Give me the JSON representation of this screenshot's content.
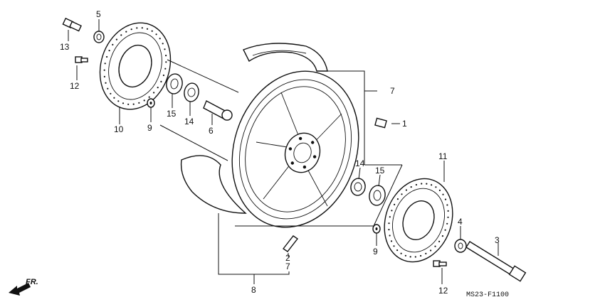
{
  "callouts": {
    "c1": "1",
    "c2": "2",
    "c3": "3",
    "c4": "4",
    "c5": "5",
    "c6": "6",
    "c7a": "7",
    "c7b": "7",
    "c8": "8",
    "c9a": "9",
    "c9b": "9",
    "c10": "10",
    "c11": "11",
    "c12a": "12",
    "c12b": "12",
    "c13": "13",
    "c14a": "14",
    "c14b": "14",
    "c15a": "15",
    "c15b": "15"
  },
  "drawing_code": "MS23-F1100",
  "direction_label": "FR."
}
